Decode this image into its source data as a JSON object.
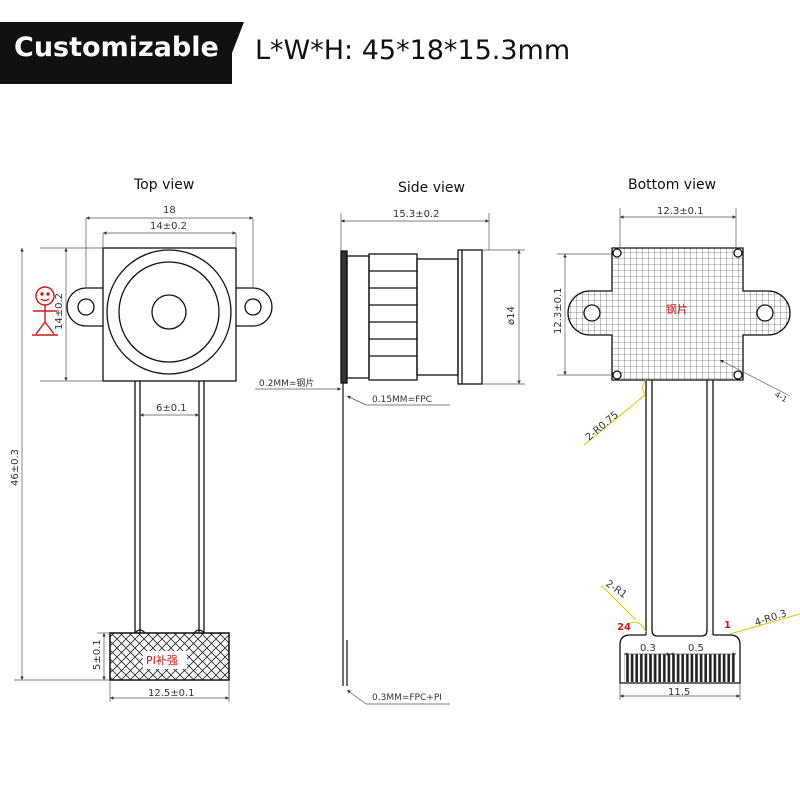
{
  "header": {
    "badge_text": "Customizable",
    "dimensions_text": "L*W*H:  45*18*15.3mm"
  },
  "views": {
    "top": {
      "title": "Top view",
      "dim_width": "18",
      "dim_lens_width": "14±0.2",
      "dim_lens_height": "14±0.2",
      "dim_fpc_width": "6±0.1",
      "dim_total_length": "46±0.3",
      "dim_stiffener_height": "5±0.1",
      "dim_stiffener_width": "12.5±0.1",
      "stiffener_label": "PI补强"
    },
    "side": {
      "title": "Side view",
      "dim_height": "15.3±0.2",
      "dim_lens_diameter": "ø14",
      "label_steel": "0.2MM=钢片",
      "label_fpc": "0.15MM=FPC",
      "label_fpc_pi": "0.3MM=FPC+PI"
    },
    "bottom": {
      "title": "Bottom view",
      "dim_board_width": "12.3±0.1",
      "dim_board_height": "12.3±0.1",
      "board_label": "钢片",
      "label_r075": "2-R0.75",
      "label_r1": "2-R1",
      "label_r03": "4-R0.3",
      "label_corner": "4-1",
      "pin_24": "24",
      "pin_1": "1",
      "dim_pitch": "0.3",
      "dim_gap": "0.5",
      "dim_connector_width": "11.5"
    }
  },
  "colors": {
    "line": "#111111",
    "dim_line": "#555555",
    "accent_red": "#cc1a1a",
    "accent_yellow": "#d8c800",
    "banner": "#111111"
  }
}
